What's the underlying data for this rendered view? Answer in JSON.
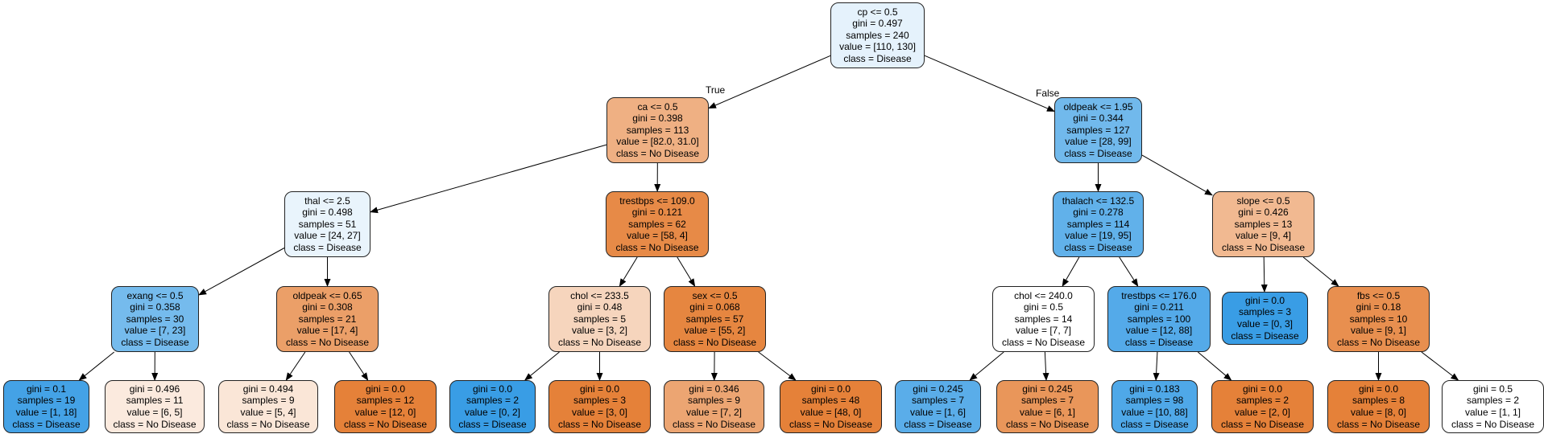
{
  "tree": {
    "nodes": [
      {
        "id": "n0",
        "split": "cp <= 0.5",
        "gini": "gini = 0.497",
        "samples": "samples = 240",
        "value": "value = [110, 130]",
        "class": "class = Disease",
        "fill": "#e5f2fc"
      },
      {
        "id": "n1",
        "split": "ca <= 0.5",
        "gini": "gini = 0.398",
        "samples": "samples = 113",
        "value": "value = [82.0, 31.0]",
        "class": "class = No Disease",
        "fill": "#efb083"
      },
      {
        "id": "n2",
        "split": "thal <= 2.5",
        "gini": "gini = 0.498",
        "samples": "samples = 51",
        "value": "value = [24, 27]",
        "class": "class = Disease",
        "fill": "#e9f4fc"
      },
      {
        "id": "n3",
        "split": "exang <= 0.5",
        "gini": "gini = 0.358",
        "samples": "samples = 30",
        "value": "value = [7, 23]",
        "class": "class = Disease",
        "fill": "#75bbed"
      },
      {
        "id": "n4",
        "split": "",
        "gini": "gini = 0.1",
        "samples": "samples = 19",
        "value": "value = [1, 18]",
        "class": "class = Disease",
        "fill": "#44a2e6"
      },
      {
        "id": "n5",
        "split": "",
        "gini": "gini = 0.496",
        "samples": "samples = 11",
        "value": "value = [6, 5]",
        "class": "class = No Disease",
        "fill": "#fbeade"
      },
      {
        "id": "n6",
        "split": "oldpeak <= 0.65",
        "gini": "gini = 0.308",
        "samples": "samples = 21",
        "value": "value = [17, 4]",
        "class": "class = No Disease",
        "fill": "#eb9f68"
      },
      {
        "id": "n7",
        "split": "",
        "gini": "gini = 0.494",
        "samples": "samples = 9",
        "value": "value = [5, 4]",
        "class": "class = No Disease",
        "fill": "#fae6d7"
      },
      {
        "id": "n8",
        "split": "",
        "gini": "gini = 0.0",
        "samples": "samples = 12",
        "value": "value = [12, 0]",
        "class": "class = No Disease",
        "fill": "#e58139"
      },
      {
        "id": "n9",
        "split": "trestbps <= 109.0",
        "gini": "gini = 0.121",
        "samples": "samples = 62",
        "value": "value = [58, 4]",
        "class": "class = No Disease",
        "fill": "#e78a47"
      },
      {
        "id": "n10",
        "split": "chol <= 233.5",
        "gini": "gini = 0.48",
        "samples": "samples = 5",
        "value": "value = [3, 2]",
        "class": "class = No Disease",
        "fill": "#f6d5bd"
      },
      {
        "id": "n11",
        "split": "",
        "gini": "gini = 0.0",
        "samples": "samples = 2",
        "value": "value = [0, 2]",
        "class": "class = Disease",
        "fill": "#399de5"
      },
      {
        "id": "n12",
        "split": "",
        "gini": "gini = 0.0",
        "samples": "samples = 3",
        "value": "value = [3, 0]",
        "class": "class = No Disease",
        "fill": "#e58139"
      },
      {
        "id": "n13",
        "split": "sex <= 0.5",
        "gini": "gini = 0.068",
        "samples": "samples = 57",
        "value": "value = [55, 2]",
        "class": "class = No Disease",
        "fill": "#e68640"
      },
      {
        "id": "n14",
        "split": "",
        "gini": "gini = 0.346",
        "samples": "samples = 9",
        "value": "value = [7, 2]",
        "class": "class = No Disease",
        "fill": "#eca572"
      },
      {
        "id": "n15",
        "split": "",
        "gini": "gini = 0.0",
        "samples": "samples = 48",
        "value": "value = [48, 0]",
        "class": "class = No Disease",
        "fill": "#e58139"
      },
      {
        "id": "n16",
        "split": "oldpeak <= 1.95",
        "gini": "gini = 0.344",
        "samples": "samples = 127",
        "value": "value = [28, 99]",
        "class": "class = Disease",
        "fill": "#71b9ec"
      },
      {
        "id": "n17",
        "split": "thalach <= 132.5",
        "gini": "gini = 0.278",
        "samples": "samples = 114",
        "value": "value = [19, 95]",
        "class": "class = Disease",
        "fill": "#61b1ea"
      },
      {
        "id": "n18",
        "split": "chol <= 240.0",
        "gini": "gini = 0.5",
        "samples": "samples = 14",
        "value": "value = [7, 7]",
        "class": "class = No Disease",
        "fill": "#ffffff"
      },
      {
        "id": "n19",
        "split": "",
        "gini": "gini = 0.245",
        "samples": "samples = 7",
        "value": "value = [1, 6]",
        "class": "class = Disease",
        "fill": "#5aade9"
      },
      {
        "id": "n20",
        "split": "",
        "gini": "gini = 0.245",
        "samples": "samples = 7",
        "value": "value = [6, 1]",
        "class": "class = No Disease",
        "fill": "#e9965a"
      },
      {
        "id": "n21",
        "split": "trestbps <= 176.0",
        "gini": "gini = 0.211",
        "samples": "samples = 100",
        "value": "value = [12, 88]",
        "class": "class = Disease",
        "fill": "#54aae9"
      },
      {
        "id": "n22",
        "split": "",
        "gini": "gini = 0.183",
        "samples": "samples = 98",
        "value": "value = [10, 88]",
        "class": "class = Disease",
        "fill": "#4fa8e8"
      },
      {
        "id": "n23",
        "split": "",
        "gini": "gini = 0.0",
        "samples": "samples = 2",
        "value": "value = [2, 0]",
        "class": "class = No Disease",
        "fill": "#e58139"
      },
      {
        "id": "n24",
        "split": "slope <= 0.5",
        "gini": "gini = 0.426",
        "samples": "samples = 13",
        "value": "value = [9, 4]",
        "class": "class = No Disease",
        "fill": "#f1b991"
      },
      {
        "id": "n25",
        "split": "",
        "gini": "gini = 0.0",
        "samples": "samples = 3",
        "value": "value = [0, 3]",
        "class": "class = Disease",
        "fill": "#399de5"
      },
      {
        "id": "n26",
        "split": "fbs <= 0.5",
        "gini": "gini = 0.18",
        "samples": "samples = 10",
        "value": "value = [9, 1]",
        "class": "class = No Disease",
        "fill": "#e88f4f"
      },
      {
        "id": "n27",
        "split": "",
        "gini": "gini = 0.0",
        "samples": "samples = 8",
        "value": "value = [8, 0]",
        "class": "class = No Disease",
        "fill": "#e58139"
      },
      {
        "id": "n28",
        "split": "",
        "gini": "gini = 0.5",
        "samples": "samples = 2",
        "value": "value = [1, 1]",
        "class": "class = No Disease",
        "fill": "#ffffff"
      }
    ],
    "edges": [
      [
        "n0",
        "n1"
      ],
      [
        "n0",
        "n16"
      ],
      [
        "n1",
        "n2"
      ],
      [
        "n1",
        "n9"
      ],
      [
        "n2",
        "n3"
      ],
      [
        "n2",
        "n6"
      ],
      [
        "n3",
        "n4"
      ],
      [
        "n3",
        "n5"
      ],
      [
        "n6",
        "n7"
      ],
      [
        "n6",
        "n8"
      ],
      [
        "n9",
        "n10"
      ],
      [
        "n9",
        "n13"
      ],
      [
        "n10",
        "n11"
      ],
      [
        "n10",
        "n12"
      ],
      [
        "n13",
        "n14"
      ],
      [
        "n13",
        "n15"
      ],
      [
        "n16",
        "n17"
      ],
      [
        "n16",
        "n24"
      ],
      [
        "n17",
        "n18"
      ],
      [
        "n17",
        "n21"
      ],
      [
        "n18",
        "n19"
      ],
      [
        "n18",
        "n20"
      ],
      [
        "n21",
        "n22"
      ],
      [
        "n21",
        "n23"
      ],
      [
        "n24",
        "n25"
      ],
      [
        "n24",
        "n26"
      ],
      [
        "n26",
        "n27"
      ],
      [
        "n26",
        "n28"
      ]
    ],
    "true_label": "True",
    "false_label": "False",
    "edge_color": "#000000"
  }
}
